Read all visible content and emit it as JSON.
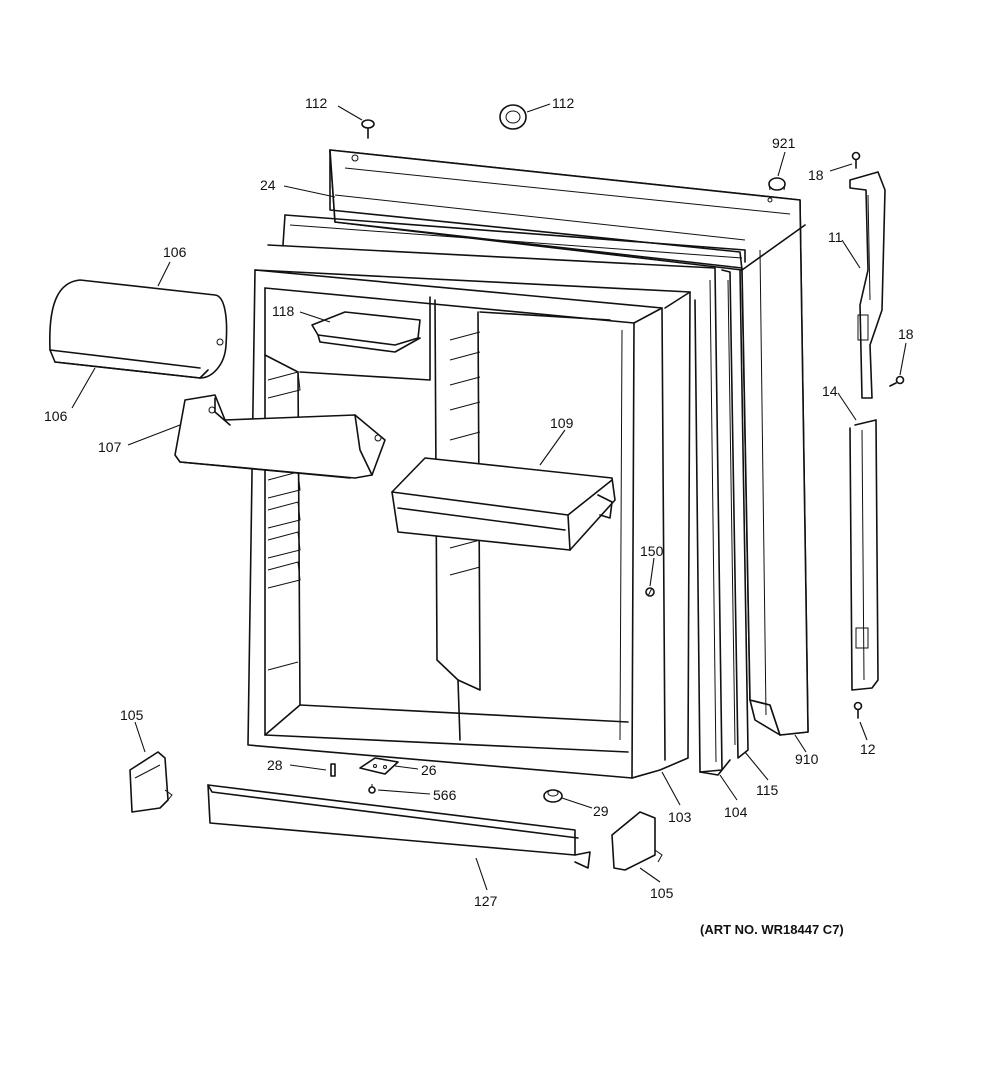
{
  "art_note": "(ART NO. WR18447 C7)",
  "callouts": {
    "c112a": "112",
    "c112b": "112",
    "c921": "921",
    "c18a": "18",
    "c24": "24",
    "c11": "11",
    "c106a": "106",
    "c106b": "106",
    "c118": "118",
    "c18b": "18",
    "c14": "14",
    "c107": "107",
    "c109": "109",
    "c150": "150",
    "c105a": "105",
    "c28": "28",
    "c26": "26",
    "c566": "566",
    "c29": "29",
    "c103": "103",
    "c104": "104",
    "c115": "115",
    "c910": "910",
    "c12": "12",
    "c127": "127",
    "c105b": "105"
  },
  "colors": {
    "ink": "#111111",
    "paper": "#ffffff"
  }
}
